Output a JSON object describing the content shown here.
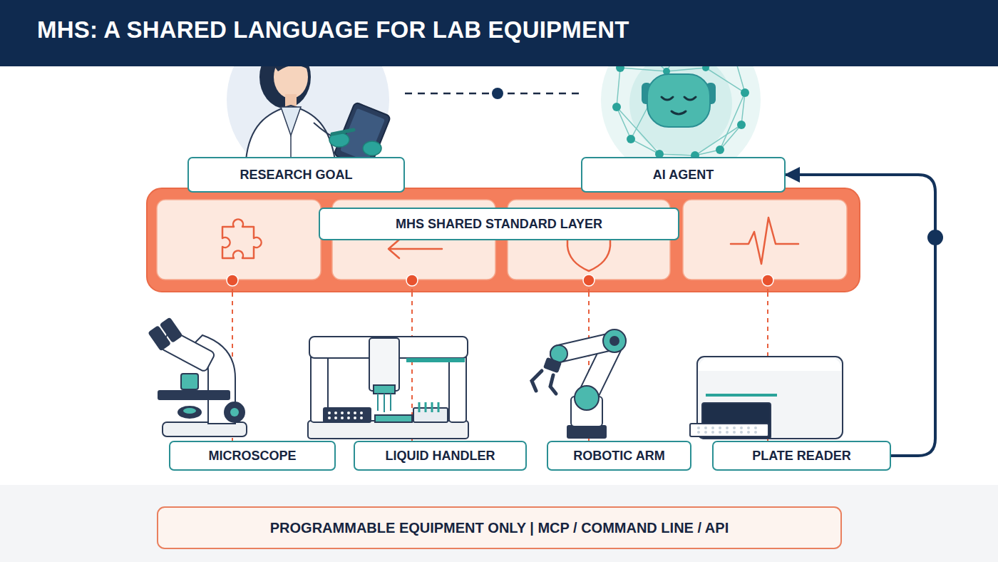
{
  "diagram": {
    "title": "MHS: A SHARED LANGUAGE FOR LAB EQUIPMENT",
    "nodes": [
      {
        "text": [
          "RESEARCH GOAL"
        ]
      },
      {
        "text": [
          "AI AGENT"
        ]
      },
      {
        "text": [
          "MHS SHARED STANDARD LAYER"
        ]
      },
      {
        "text": [
          "MICROSCOPE"
        ]
      },
      {
        "text": [
          "LIQUID HANDLER"
        ]
      },
      {
        "text": [
          "ROBOTIC ARM"
        ]
      },
      {
        "text": [
          "PLATE READER"
        ]
      },
      {
        "text": [
          "PROGRAMMABLE EQUIPMENT ONLY | MCP / COMMAND LINE / API"
        ]
      }
    ],
    "edges": [
      {
        "from": 2,
        "to": 3,
        "arrow": "none"
      },
      {
        "from": 2,
        "to": 4,
        "arrow": "none"
      },
      {
        "from": 2,
        "to": 5,
        "arrow": "none"
      },
      {
        "from": 2,
        "to": 6,
        "arrow": "none"
      },
      {
        "from": 6,
        "to": 1,
        "arrow": "to"
      }
    ]
  }
}
